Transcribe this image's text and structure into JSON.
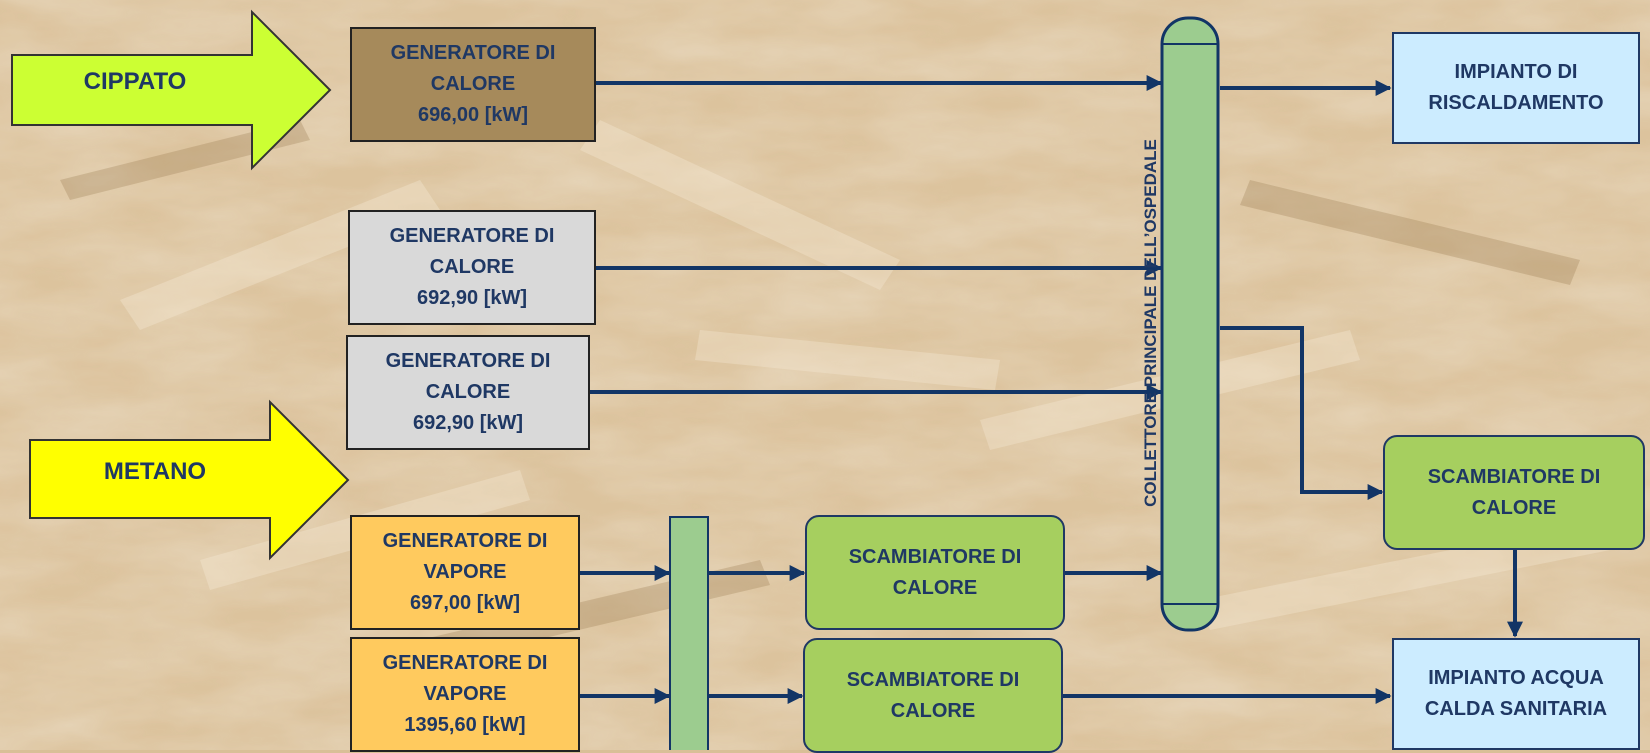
{
  "fuels": {
    "cippato": "CIPPATO",
    "metano": "METANO"
  },
  "generators": [
    {
      "line1": "GENERATORE DI",
      "line2": "CALORE",
      "power": "696,00 [kW]"
    },
    {
      "line1": "GENERATORE DI",
      "line2": "CALORE",
      "power": "692,90 [kW]"
    },
    {
      "line1": "GENERATORE DI",
      "line2": "CALORE",
      "power": "692,90 [kW]"
    },
    {
      "line1": "GENERATORE DI",
      "line2": "VAPORE",
      "power": "697,00 [kW]"
    },
    {
      "line1": "GENERATORE DI",
      "line2": "VAPORE",
      "power": "1395,60 [kW]"
    }
  ],
  "exchangers": [
    {
      "line1": "SCAMBIATORE DI",
      "line2": "CALORE"
    },
    {
      "line1": "SCAMBIATORE DI",
      "line2": "CALORE"
    },
    {
      "line1": "SCAMBIATORE DI",
      "line2": "CALORE"
    }
  ],
  "collector": {
    "label": "COLLETTORE PRINCIPALE DELL’OSPEDALE"
  },
  "plants": {
    "heating": {
      "line1": "IMPIANTO DI",
      "line2": "RISCALDAMENTO"
    },
    "dhw": {
      "line1": "IMPIANTO ACQUA",
      "line2": "CALDA SANITARIA"
    }
  },
  "colors": {
    "line": "#123566",
    "cippato_arrow": "#ccff33",
    "metano_arrow": "#ffff00",
    "collector": "#9ccc8f",
    "exchanger": "#a6cf5f",
    "gen_biomass": "#a68a5b",
    "gen_gas": "#d9d9d9",
    "gen_steam": "#ffca5e",
    "plant": "#ccecff"
  }
}
